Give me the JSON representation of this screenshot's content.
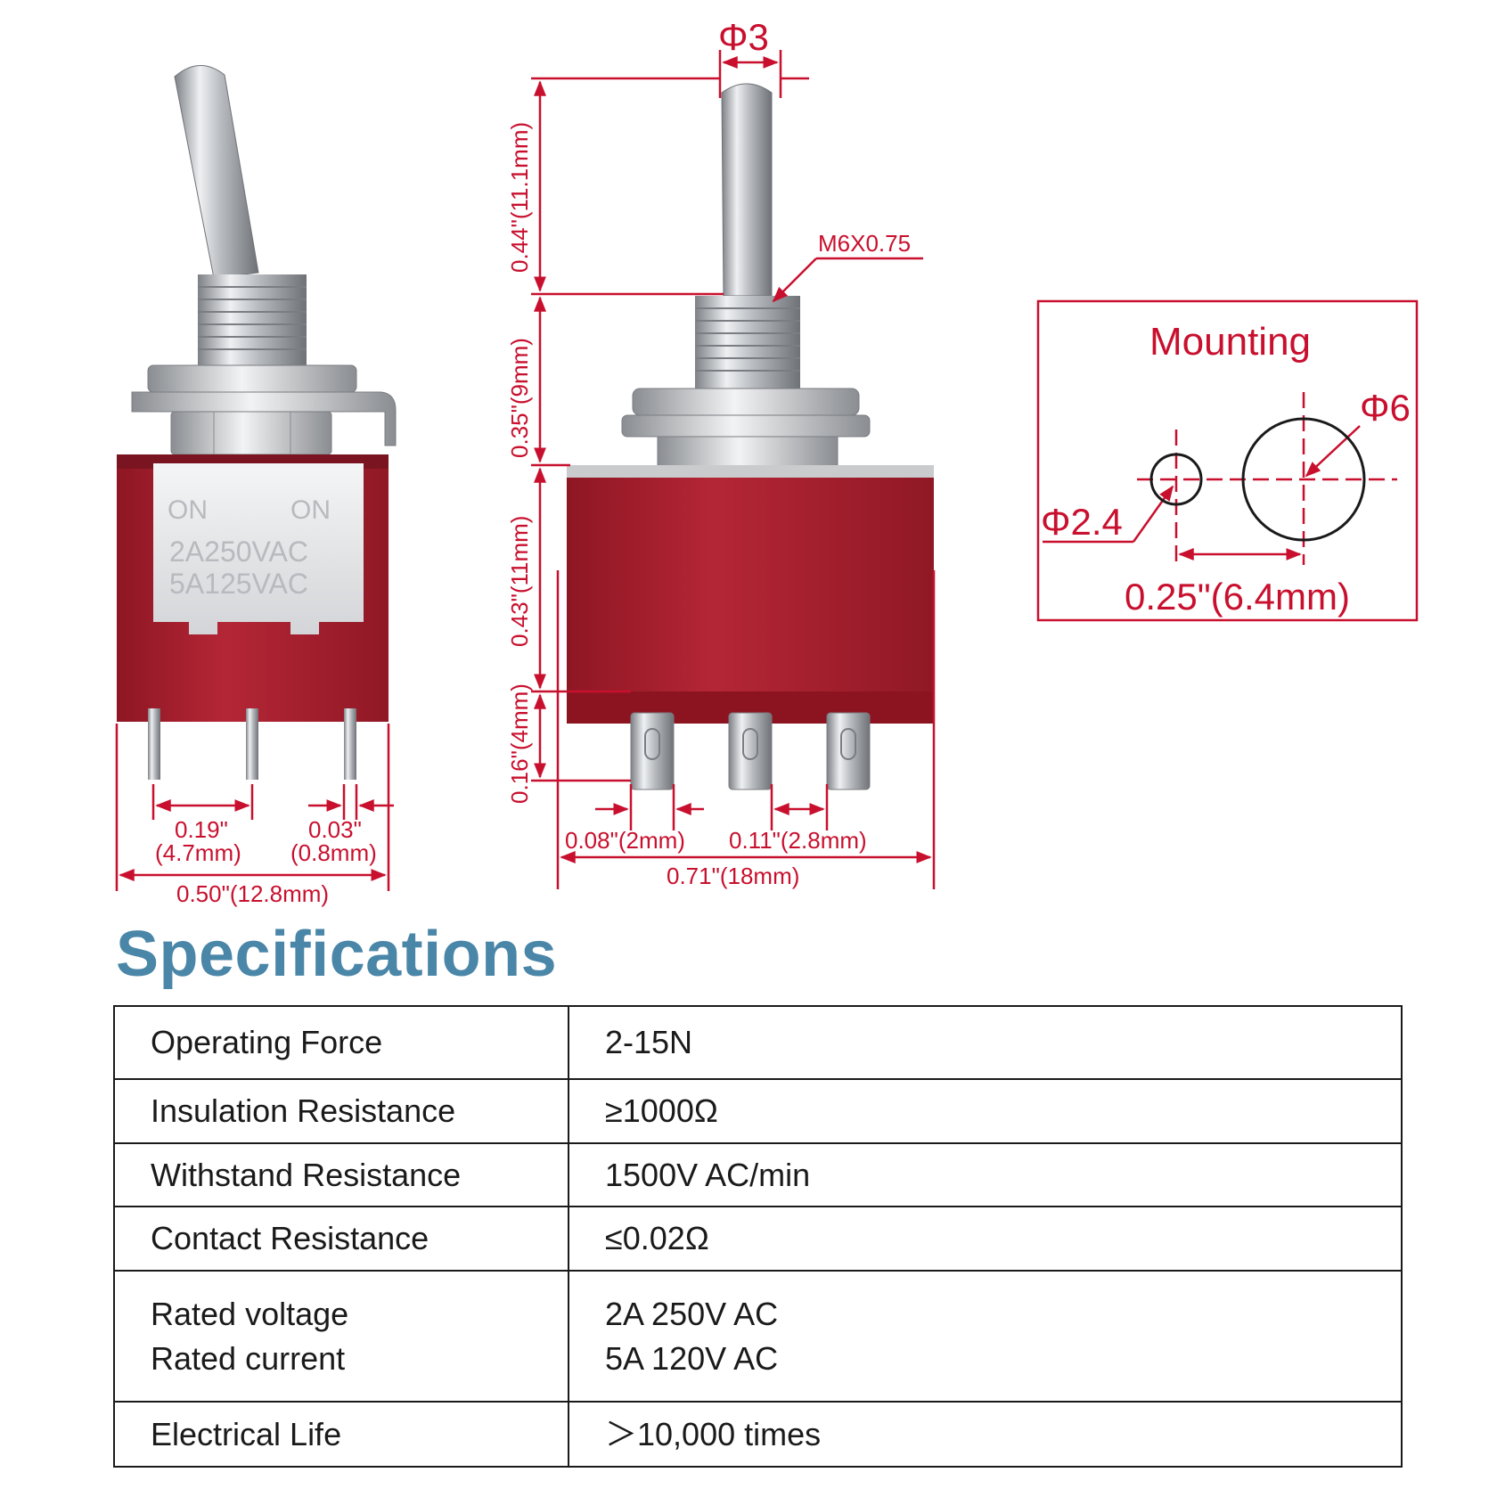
{
  "diagram": {
    "shaft_diameter": "Φ3",
    "thread": "M6X0.75",
    "lever_height": "0.44\"(11.1mm)",
    "bushing_height": "0.35\"(9mm)",
    "body_height": "0.43\"(11mm)",
    "terminal_height": "0.16\"(4mm)",
    "side_pin_pitch": [
      "0.19\"",
      "(4.7mm)"
    ],
    "side_pin_width": [
      "0.03\"",
      "(0.8mm)"
    ],
    "side_width": "0.50\"(12.8mm)",
    "front_pin_gap": "0.08\"(2mm)",
    "front_pin_pitch": "0.11\"(2.8mm)",
    "front_width": "0.71\"(18mm)",
    "body_markings": {
      "left": "ON",
      "right": "ON",
      "line1": "2A250VAC",
      "line2": "5A125VAC"
    },
    "mounting": {
      "title": "Mounting",
      "hole_large": "Φ6",
      "hole_small": "Φ2.4",
      "spacing": "0.25\"(6.4mm)"
    }
  },
  "specifications": {
    "title": "Specifications",
    "rows": [
      {
        "key": [
          "Operating Force"
        ],
        "value": [
          "2-15N"
        ]
      },
      {
        "key": [
          "Insulation Resistance"
        ],
        "value": [
          "≥1000Ω"
        ]
      },
      {
        "key": [
          "Withstand Resistance"
        ],
        "value": [
          "1500V AC/min"
        ]
      },
      {
        "key": [
          "Contact Resistance"
        ],
        "value": [
          "≤0.02Ω"
        ]
      },
      {
        "key": [
          "Rated voltage",
          "Rated current"
        ],
        "value": [
          "2A 250V AC",
          "5A 120V AC"
        ]
      },
      {
        "key": [
          "Electrical Life"
        ],
        "value": [
          "＞10,000 times"
        ]
      }
    ]
  },
  "colors": {
    "dimension": "#c8102e",
    "body": "#a01f2c",
    "title": "#4a86a8",
    "metal": "#c9cbcd"
  }
}
